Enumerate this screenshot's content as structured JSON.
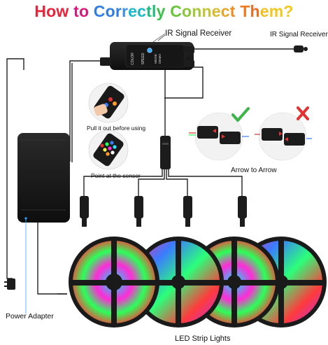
{
  "title": {
    "letters": [
      {
        "ch": "H",
        "color": "#e8233a"
      },
      {
        "ch": "o",
        "color": "#e8233a"
      },
      {
        "ch": "w",
        "color": "#e8233a"
      },
      {
        "ch": " ",
        "color": "#ffffff"
      },
      {
        "ch": "t",
        "color": "#d61a7a"
      },
      {
        "ch": "o",
        "color": "#d61a7a"
      },
      {
        "ch": " ",
        "color": "#ffffff"
      },
      {
        "ch": "C",
        "color": "#2f7de1"
      },
      {
        "ch": "o",
        "color": "#2f7de1"
      },
      {
        "ch": "r",
        "color": "#2f7de1"
      },
      {
        "ch": "r",
        "color": "#3a8ee6"
      },
      {
        "ch": "e",
        "color": "#18b7c9"
      },
      {
        "ch": "c",
        "color": "#18b7c9"
      },
      {
        "ch": "t",
        "color": "#1ebd7a"
      },
      {
        "ch": "l",
        "color": "#1ebd7a"
      },
      {
        "ch": "y",
        "color": "#3cc24b"
      },
      {
        "ch": " ",
        "color": "#ffffff"
      },
      {
        "ch": "C",
        "color": "#6ac43a"
      },
      {
        "ch": "o",
        "color": "#8cc63a"
      },
      {
        "ch": "n",
        "color": "#a4c93a"
      },
      {
        "ch": "n",
        "color": "#c2c535"
      },
      {
        "ch": "e",
        "color": "#d9b92e"
      },
      {
        "ch": "c",
        "color": "#e5a52a"
      },
      {
        "ch": "t",
        "color": "#ee8e26"
      },
      {
        "ch": " ",
        "color": "#ffffff"
      },
      {
        "ch": "T",
        "color": "#f07a22"
      },
      {
        "ch": "h",
        "color": "#f06a20"
      },
      {
        "ch": "e",
        "color": "#f2c01e"
      },
      {
        "ch": "m",
        "color": "#f3c81c"
      },
      {
        "ch": "?",
        "color": "#f3c81c"
      }
    ]
  },
  "labels": {
    "ir_receiver_controller": "IR Signal Receiver",
    "ir_receiver_remote": "IR Signal Receiver",
    "pull_out": "Pull it out before using",
    "point_sensor": "Point at the sensor",
    "arrow_to_arrow": "Arrow to Arrow",
    "power_adapter": "Power Adapter",
    "led_strip_lights": "LED Strip Lights"
  },
  "controller_buttons": [
    "COLOR",
    "SPEED",
    "MODE\nDEMO"
  ],
  "colors": {
    "device": "#1c1c1c",
    "cable": "#222222",
    "check": "#3cb54a",
    "cross": "#e23434",
    "arrow_mark": "#e23434"
  },
  "icons": [
    "remote-control-icon",
    "check-icon",
    "cross-icon",
    "plug-icon"
  ]
}
